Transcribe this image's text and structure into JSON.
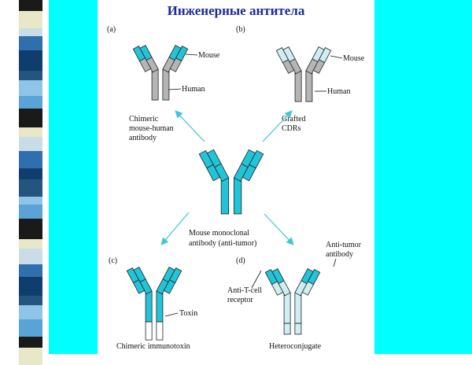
{
  "title": "Инженерные антитела",
  "colors": {
    "cyan": "#22c4d8",
    "gray": "#b5b5b5",
    "pale": "#cfeef2",
    "white": "#ffffff",
    "title": "#1a2a9c",
    "arrow": "#3cc6d8",
    "background_accent": "#00ffff"
  },
  "panels": {
    "a": {
      "letter": "(a)",
      "mouse_label": "Mouse",
      "human_label": "Human",
      "caption": [
        "Chimeric",
        "mouse-human",
        "antibody"
      ]
    },
    "b": {
      "letter": "(b)",
      "mouse_label": "Mouse",
      "human_label": "Human",
      "caption": [
        "Grafted",
        "CDRs"
      ]
    },
    "center": {
      "caption": [
        "Mouse monoclonal",
        "antibody (anti-tumor)"
      ]
    },
    "c": {
      "letter": "(c)",
      "toxin_label": "Toxin",
      "caption": [
        "Chimeric immunotoxin"
      ]
    },
    "d": {
      "letter": "(d)",
      "antitumor_label": [
        "Anti-tumor",
        "antibody"
      ],
      "tcell_label": [
        "Anti-T-cell",
        "receptor"
      ],
      "caption": [
        "Heteroconjugate"
      ]
    }
  }
}
